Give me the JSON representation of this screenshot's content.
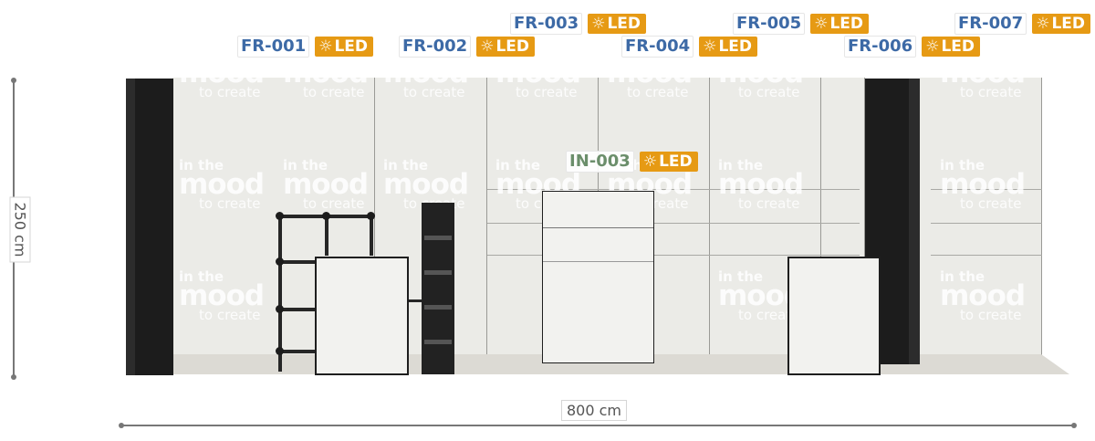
{
  "colors": {
    "frame_code": "#3d6aa6",
    "inner_code": "#6b8e6b",
    "led_badge": "#e69a14",
    "black_panel": "#1c1c1c"
  },
  "icons": {
    "led": "sun-icon"
  },
  "watermark": {
    "line1": "in the",
    "line2": "mood",
    "line3": "to create"
  },
  "labels": [
    {
      "code": "FR-001",
      "kind": "frame",
      "led": "LED"
    },
    {
      "code": "FR-002",
      "kind": "frame",
      "led": "LED"
    },
    {
      "code": "FR-003",
      "kind": "frame",
      "led": "LED"
    },
    {
      "code": "FR-004",
      "kind": "frame",
      "led": "LED"
    },
    {
      "code": "FR-005",
      "kind": "frame",
      "led": "LED"
    },
    {
      "code": "FR-006",
      "kind": "frame",
      "led": "LED"
    },
    {
      "code": "FR-007",
      "kind": "frame",
      "led": "LED"
    },
    {
      "code": "IN-003",
      "kind": "inner",
      "led": "LED"
    }
  ],
  "dimensions": {
    "height": "250 cm",
    "width": "800 cm"
  }
}
